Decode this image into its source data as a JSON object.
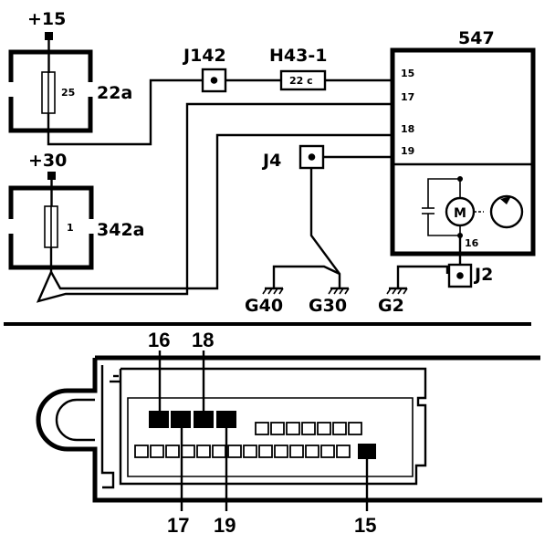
{
  "supplies": {
    "plus15": "+15",
    "plus30": "+30"
  },
  "fuses": {
    "fuse_22a": {
      "name": "22a",
      "rating": "25"
    },
    "fuse_342a": {
      "name": "342a",
      "rating": "1"
    }
  },
  "connectors": {
    "j142": "J142",
    "h43": "H43-1",
    "h43_value": "22 c",
    "j4": "J4",
    "j2": "J2"
  },
  "ecu": {
    "name": "547",
    "pins": [
      "15",
      "17",
      "18",
      "19"
    ],
    "motor_symbol": "M",
    "motor_pin": "16"
  },
  "grounds": [
    "G40",
    "G30",
    "G2"
  ],
  "connector_view": {
    "top_pins": [
      "16",
      "18"
    ],
    "bottom_pins": [
      "17",
      "19",
      "15"
    ]
  }
}
